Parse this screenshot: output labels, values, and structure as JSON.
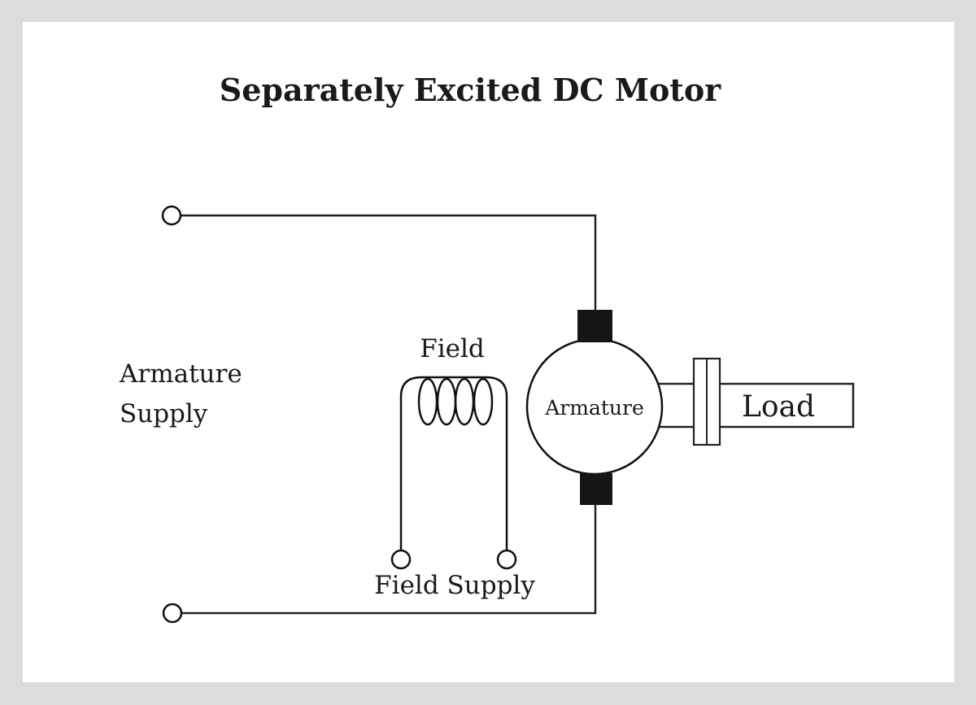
{
  "title": "Separately Excited DC Motor",
  "labels": {
    "armature_supply_line1": "Armature",
    "armature_supply_line2": "Supply",
    "field": "Field",
    "field_supply": "Field Supply",
    "armature": "Armature",
    "load": "Load"
  },
  "colors": {
    "background_border": "#dcdcdc",
    "panel": "#ffffff",
    "ink": "#1a1a1a"
  },
  "components": [
    {
      "type": "terminal",
      "role": "armature-supply-positive"
    },
    {
      "type": "terminal",
      "role": "armature-supply-negative"
    },
    {
      "type": "terminal",
      "role": "field-supply-left"
    },
    {
      "type": "terminal",
      "role": "field-supply-right"
    },
    {
      "type": "brush",
      "role": "top-brush"
    },
    {
      "type": "brush",
      "role": "bottom-brush"
    },
    {
      "type": "armature",
      "role": "rotor"
    },
    {
      "type": "coil",
      "role": "field-winding",
      "turns": 4
    },
    {
      "type": "coupling",
      "role": "shaft-coupling"
    },
    {
      "type": "load",
      "role": "mechanical-load"
    }
  ]
}
